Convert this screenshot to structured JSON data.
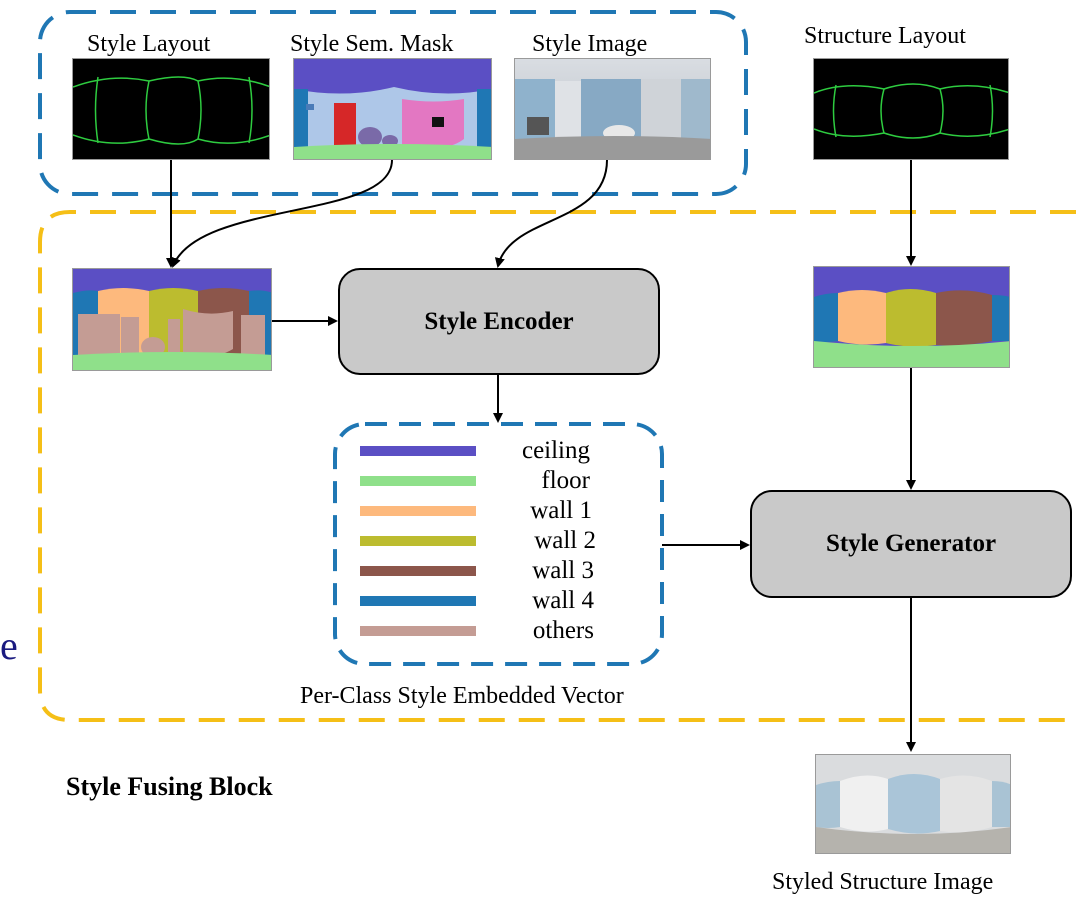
{
  "labels": {
    "style_layout": "Style  Layout",
    "style_sem_mask": "Style  Sem. Mask",
    "style_image": "Style  Image",
    "structure_layout": "Structure  Layout",
    "per_class_vector": "Per-Class Style Embedded Vector",
    "styled_structure_image": "Styled Structure Image",
    "style_fusing_block": "Style Fusing Block",
    "cut_off_char": "e"
  },
  "blocks": {
    "style_encoder": "Style Encoder",
    "style_generator": "Style Generator"
  },
  "legend": [
    {
      "label": "ceiling",
      "color": "#5b4fc4"
    },
    {
      "label": "floor",
      "color": "#8fe08a"
    },
    {
      "label": "wall 1",
      "color": "#fdb97d"
    },
    {
      "label": "wall 2",
      "color": "#bcbc2f"
    },
    {
      "label": "wall 3",
      "color": "#8c564b"
    },
    {
      "label": "wall 4",
      "color": "#1f77b4"
    },
    {
      "label": "others",
      "color": "#c49c94"
    }
  ],
  "colors": {
    "blue_dash": "#1f77b4",
    "orange_dash": "#f5bf17",
    "layout_line": "#2ecc40",
    "block_fill": "#c9c9c9"
  }
}
